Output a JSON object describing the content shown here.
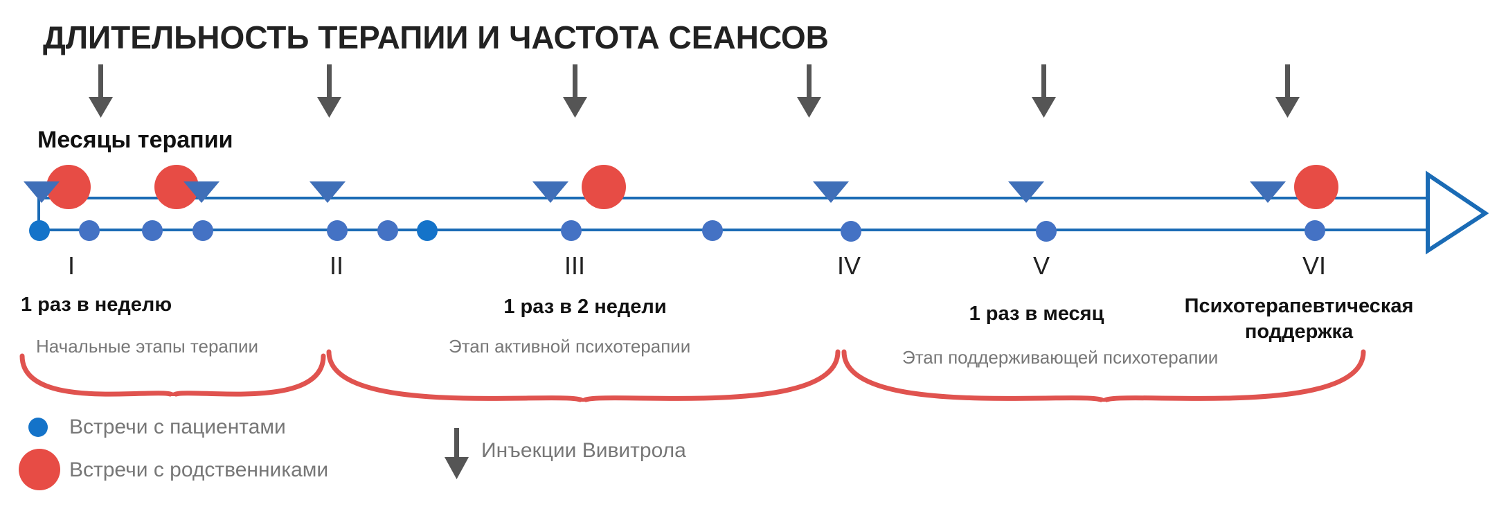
{
  "title": "ДЛИТЕЛЬНОСТЬ ТЕРАПИИ И ЧАСТОТА СЕАНСОВ",
  "subtitle": "Месяцы терапии",
  "months": [
    "I",
    "II",
    "III",
    "IV",
    "V",
    "VI"
  ],
  "frequencies": {
    "weekly": "1 раз в неделю",
    "biweekly": "1 раз в 2 недели",
    "monthly": "1 раз в месяц",
    "support_line1": "Психотерапевтическая",
    "support_line2": "поддержка"
  },
  "phases": {
    "initial": "Начальные этапы терапии",
    "active": "Этап активной психотерапии",
    "maintenance": "Этап поддерживающей психотерапии"
  },
  "legend": {
    "patients": "Встречи с пациентами",
    "relatives": "Встречи с родственниками",
    "injections": "Инъекции Вивитрола"
  },
  "colors": {
    "timeline": "#1a6bb5",
    "patient_dot": "#4472c4",
    "patient_dot_bright": "#1473c9",
    "relative_dot": "#e74c45",
    "marker": "#3f6fb8",
    "arrow": "#555555",
    "brace": "#e0534f",
    "arrowhead": "#1a6bb5"
  },
  "icons": {
    "injection": "down-arrow-icon",
    "month_marker": "triangle-down-icon",
    "timeline_end": "triangle-right-icon"
  }
}
